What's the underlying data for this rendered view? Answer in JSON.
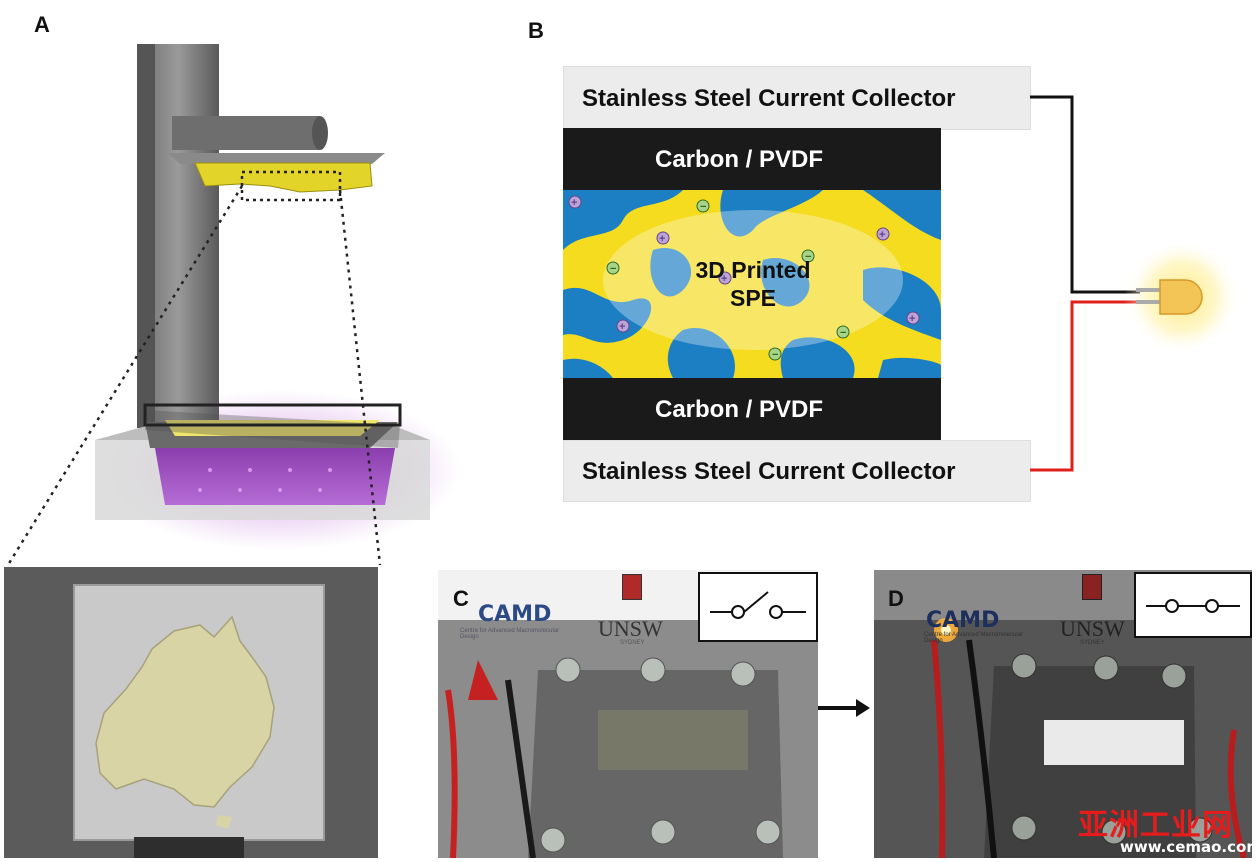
{
  "panels": {
    "a": "A",
    "b": "B",
    "c": "C",
    "d": "D"
  },
  "diagram": {
    "top_collector": "Stainless Steel Current Collector",
    "top_electrode": "Carbon / PVDF",
    "electrolyte_line1": "3D Printed",
    "electrolyte_line2": "SPE",
    "bottom_electrode": "Carbon / PVDF",
    "bottom_collector": "Stainless Steel Current Collector",
    "colors": {
      "yellow": "#f5dc1e",
      "blue": "#1c7fc4",
      "black": "#1a1a1a",
      "wire_red": "#e0211b",
      "wire_black": "#111111"
    }
  },
  "photo_c": {
    "logo_camd": "CAMD",
    "logo_camd_sub": "Centre for Advanced Macromolecular Design",
    "logo_unsw": "UNSW",
    "logo_unsw_sub": "SYDNEY",
    "switch": "open"
  },
  "photo_d": {
    "logo_camd": "CAMD",
    "logo_camd_sub": "Centre for Advanced Macromolecular Design",
    "logo_unsw": "UNSW",
    "logo_unsw_sub": "SYDNEY",
    "switch": "closed"
  },
  "watermark": {
    "cn": "亚洲工业网",
    "url": "www.cemao.com"
  }
}
